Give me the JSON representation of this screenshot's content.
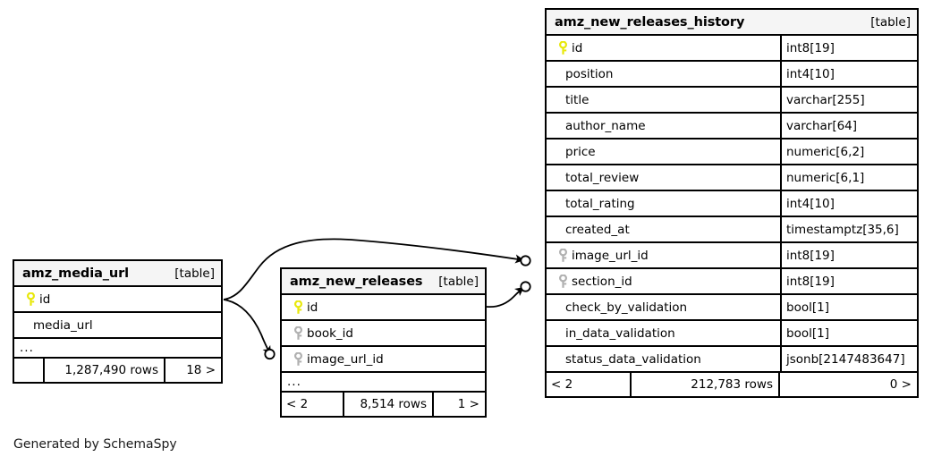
{
  "diagram": {
    "credit": "Generated by SchemaSpy",
    "table_tag": "[table]",
    "ellipsis": "...",
    "colors": {
      "primary_key": "#e8e80a",
      "foreign_key": "#b0b0b0",
      "border": "#000000",
      "header_bg": "#f5f5f5",
      "background": "#ffffff"
    }
  },
  "tables": {
    "history": {
      "name": "amz_new_releases_history",
      "tag": "[table]",
      "columns": [
        {
          "name": "id",
          "type": "int8[19]",
          "key": "primary-key-icon"
        },
        {
          "name": "position",
          "type": "int4[10]",
          "key": "none"
        },
        {
          "name": "title",
          "type": "varchar[255]",
          "key": "none"
        },
        {
          "name": "author_name",
          "type": "varchar[64]",
          "key": "none"
        },
        {
          "name": "price",
          "type": "numeric[6,2]",
          "key": "none"
        },
        {
          "name": "total_review",
          "type": "numeric[6,1]",
          "key": "none"
        },
        {
          "name": "total_rating",
          "type": "int4[10]",
          "key": "none"
        },
        {
          "name": "created_at",
          "type": "timestamptz[35,6]",
          "key": "none"
        },
        {
          "name": "image_url_id",
          "type": "int8[19]",
          "key": "foreign-key-icon"
        },
        {
          "name": "section_id",
          "type": "int8[19]",
          "key": "foreign-key-icon"
        },
        {
          "name": "check_by_validation",
          "type": "bool[1]",
          "key": "none"
        },
        {
          "name": "in_data_validation",
          "type": "bool[1]",
          "key": "none"
        },
        {
          "name": "status_data_validation",
          "type": "jsonb[2147483647]",
          "key": "none"
        }
      ],
      "has_ellipsis_row": false,
      "footer": {
        "left": "< 2",
        "middle": "212,783 rows",
        "right": "0 >"
      }
    },
    "media_url": {
      "name": "amz_media_url",
      "tag": "[table]",
      "columns": [
        {
          "name": "id",
          "type": "",
          "key": "primary-key-icon"
        },
        {
          "name": "media_url",
          "type": "",
          "key": "none"
        }
      ],
      "has_ellipsis_row": true,
      "footer": {
        "left": "",
        "middle": "1,287,490 rows",
        "right": "18 >"
      }
    },
    "new_releases": {
      "name": "amz_new_releases",
      "tag": "[table]",
      "columns": [
        {
          "name": "id",
          "type": "",
          "key": "primary-key-icon"
        },
        {
          "name": "book_id",
          "type": "",
          "key": "foreign-key-icon"
        },
        {
          "name": "image_url_id",
          "type": "",
          "key": "foreign-key-icon"
        }
      ],
      "has_ellipsis_row": true,
      "footer": {
        "left": "< 2",
        "middle": "8,514 rows",
        "right": "1 >"
      }
    }
  },
  "relationships": [
    {
      "name": "media-url-to-new-releases-image-url-id",
      "from": "amz_media_url.id",
      "to": "amz_new_releases.image_url_id"
    },
    {
      "name": "media-url-to-history-image-url-id",
      "from": "amz_media_url.id",
      "to": "amz_new_releases_history.image_url_id"
    },
    {
      "name": "new-releases-to-history-section-id",
      "from": "amz_new_releases.id",
      "to": "amz_new_releases_history.section_id"
    }
  ]
}
